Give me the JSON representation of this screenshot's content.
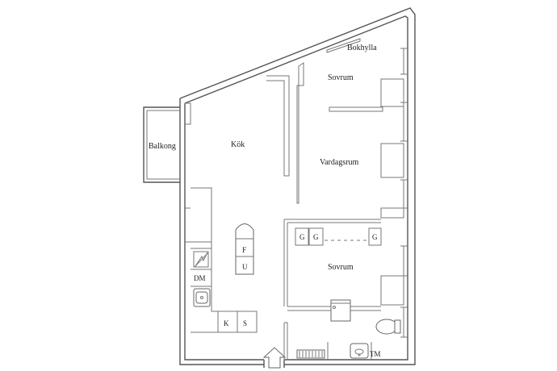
{
  "rooms": {
    "bokhylla": "Bokhylla",
    "sovrum_top": "Sovrum",
    "kok": "Kök",
    "balkong": "Balkong",
    "vardagsrum": "Vardagsrum",
    "sovrum_bottom": "Sovrum"
  },
  "fixtures": {
    "f": "F",
    "u": "U",
    "dm": "DM",
    "k": "K",
    "s": "S",
    "g1": "G",
    "g2": "G",
    "g3": "G",
    "tm": "TM"
  },
  "entrance": {
    "icon": "entrance-arrow-icon"
  }
}
